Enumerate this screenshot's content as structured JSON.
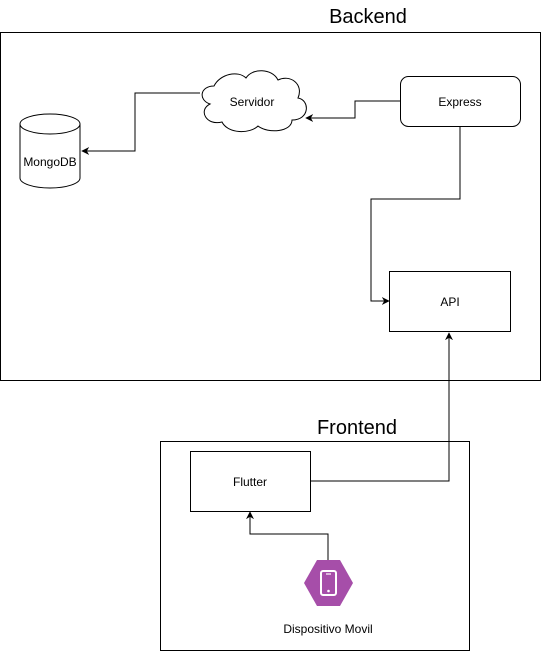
{
  "groups": {
    "backend": {
      "title": "Backend"
    },
    "frontend": {
      "title": "Frontend"
    }
  },
  "nodes": {
    "mongodb": {
      "label": "MongoDB"
    },
    "servidor": {
      "label": "Servidor"
    },
    "express": {
      "label": "Express"
    },
    "api": {
      "label": "API"
    },
    "flutter": {
      "label": "Flutter"
    },
    "dispositivo": {
      "label": "Dispositivo Movil",
      "icon": "mobile-phone-icon",
      "icon_color": "#A64EA9"
    }
  },
  "edges": [
    {
      "from": "servidor",
      "to": "mongodb"
    },
    {
      "from": "express",
      "to": "servidor"
    },
    {
      "from": "express",
      "to": "api"
    },
    {
      "from": "flutter",
      "to": "api"
    },
    {
      "from": "dispositivo",
      "to": "flutter"
    }
  ]
}
